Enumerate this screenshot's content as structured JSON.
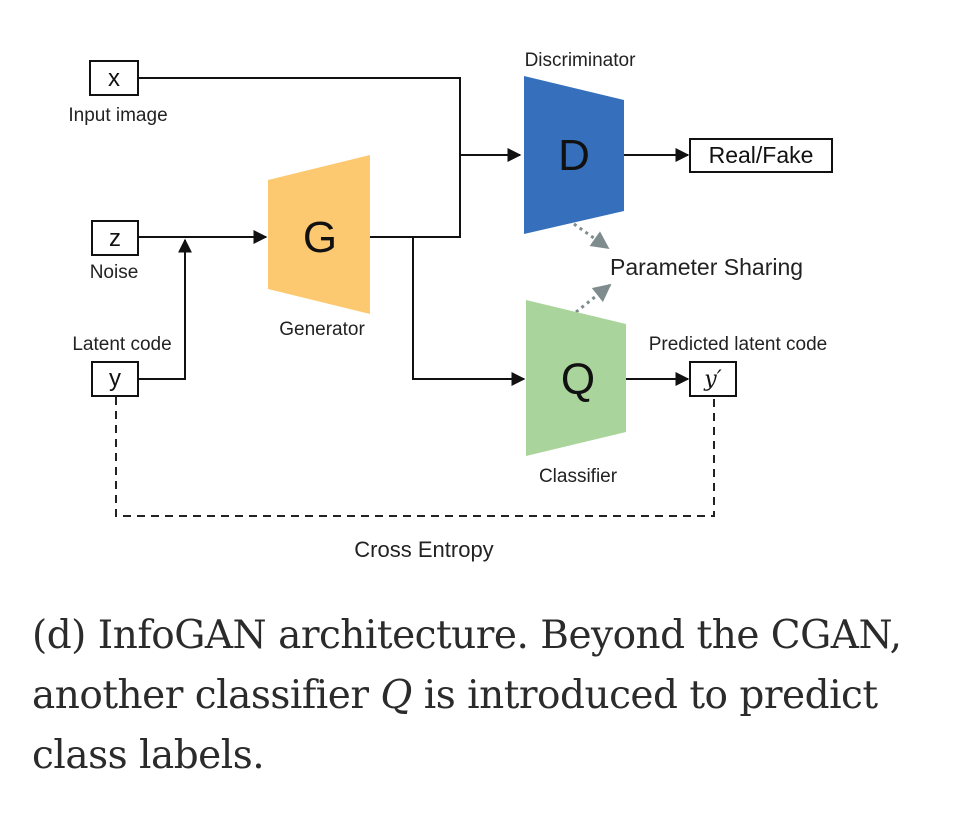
{
  "diagram": {
    "inputs": {
      "x": {
        "symbol": "x",
        "label": "Input image"
      },
      "z": {
        "symbol": "z",
        "label": "Noise"
      },
      "y": {
        "symbol": "y",
        "label": "Latent code"
      }
    },
    "generator": {
      "symbol": "G",
      "label": "Generator",
      "color": "#FDC970"
    },
    "discriminator": {
      "symbol": "D",
      "label": "Discriminator",
      "color": "#3670BD"
    },
    "classifier": {
      "symbol": "Q",
      "label": "Classifier",
      "color": "#A9D49B"
    },
    "outputs": {
      "real_fake": {
        "label": "Real/Fake"
      },
      "y_prime": {
        "symbol": "y′",
        "label": "Predicted latent code"
      }
    },
    "parameter_sharing": {
      "label": "Parameter Sharing",
      "color": "#7F8C8D"
    },
    "loss": {
      "label": "Cross Entropy"
    }
  },
  "caption": {
    "line1_prefix": "(d) InfoGAN architecture. Beyond the CGAN,",
    "line2_pre": "another classifier ",
    "line2_q": "Q",
    "line2_post": " is introduced to predict",
    "line3": "class labels."
  }
}
